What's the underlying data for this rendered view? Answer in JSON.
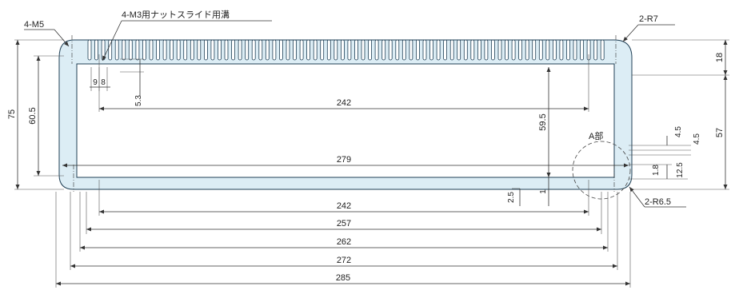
{
  "callouts": {
    "m5": "4-M5",
    "m3": "4-M3用ナットスライド用溝",
    "r7": "2-R7",
    "r65": "2-R6.5",
    "a": "A部"
  },
  "dims": {
    "w285": "285",
    "w272": "272",
    "w262": "262",
    "w257": "257",
    "w242b": "242",
    "w279": "279",
    "w242t": "242",
    "h75": "75",
    "h605": "60.5",
    "h595": "59.5",
    "h18": "18",
    "h57": "57",
    "h45a": "4.5",
    "h45b": "4.5",
    "h18s": "1.8",
    "h125": "12.5",
    "h25": "2.5",
    "h1": "1",
    "d98a": "9",
    "d98b": "8",
    "d53": "5.3"
  }
}
